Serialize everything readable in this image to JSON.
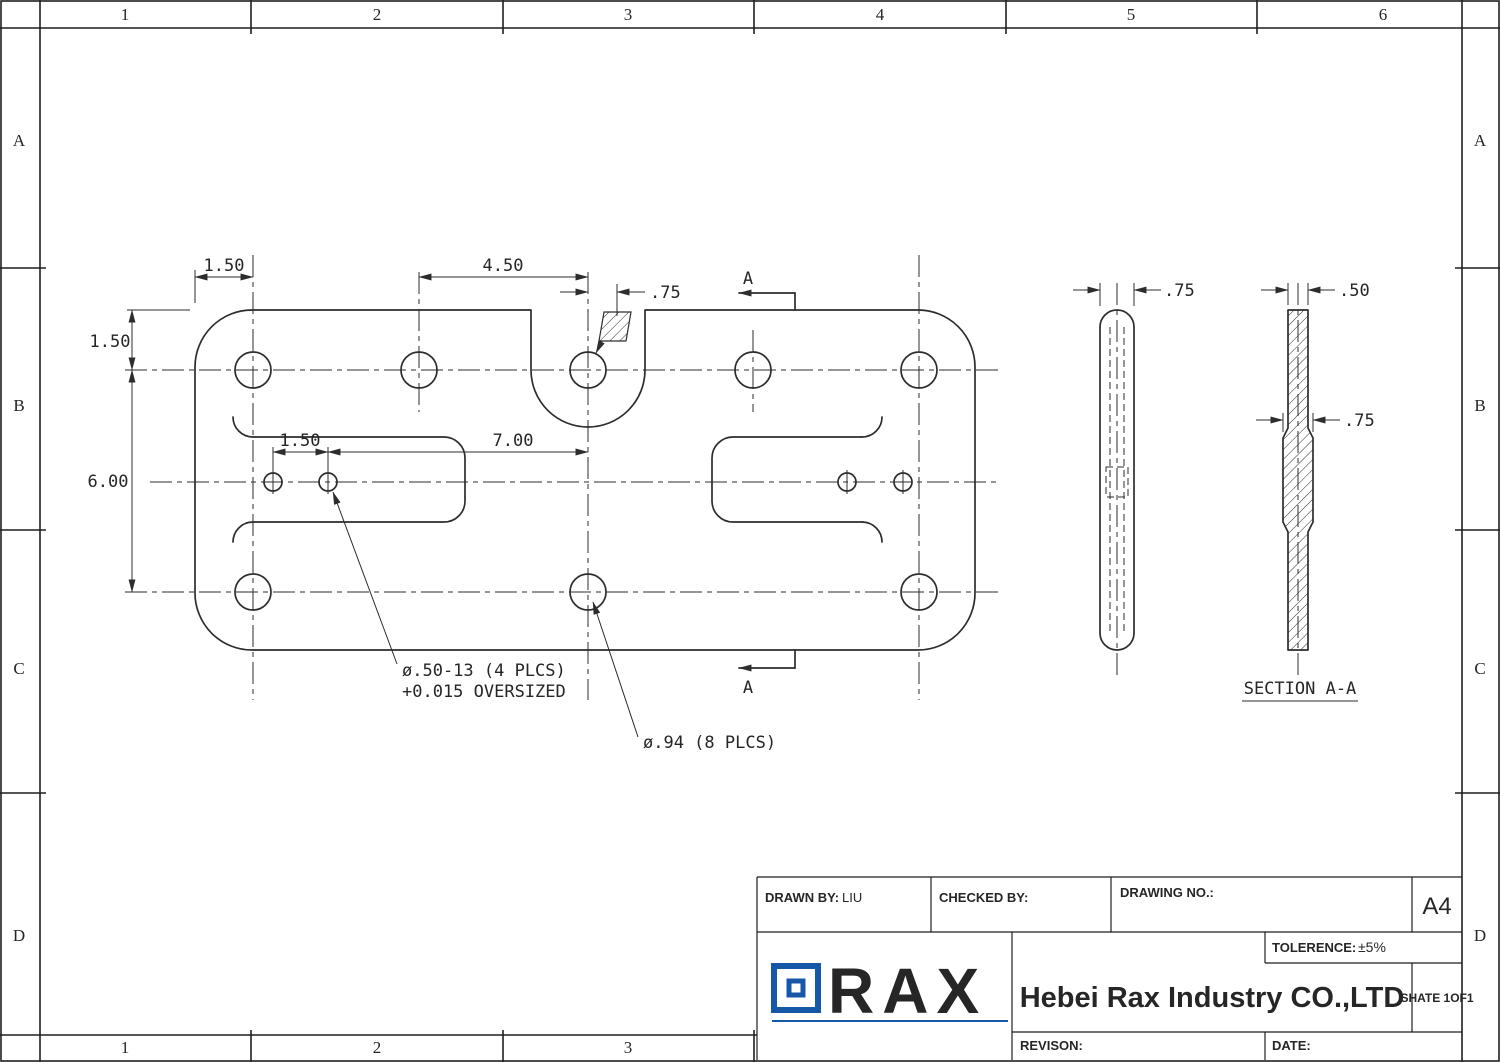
{
  "colors": {
    "line": "#2d2d2d",
    "logo_blue": "#1657a8"
  },
  "frame": {
    "top_zones": [
      "1",
      "2",
      "3",
      "4",
      "5",
      "6"
    ],
    "bottom_zones": [
      "1",
      "2",
      "3"
    ],
    "left_zones": [
      "A",
      "B",
      "C",
      "D"
    ],
    "right_zones": [
      "A",
      "B",
      "C",
      "D"
    ]
  },
  "front_view": {
    "dim_edge_to_hole_h": "1.50",
    "dim_hole_spacing_top": "4.50",
    "dim_slot_offset": ".75",
    "dim_edge_to_hole_v": "1.50",
    "dim_hole_span_v": "6.00",
    "dim_small_hole_spacing": "1.50",
    "dim_small_hole_span": "7.00",
    "section_marker_top": "A",
    "section_marker_bottom": "A",
    "note_small_holes_line1": "ø.50-13 (4 PLCS)",
    "note_small_holes_line2": "+0.015 OVERSIZED",
    "note_large_holes": "ø.94 (8 PLCS)"
  },
  "side_view": {
    "dim_thickness": ".75"
  },
  "section_view": {
    "dim_top_width": ".50",
    "dim_boss_width": ".75",
    "label": "SECTION A-A"
  },
  "title_block": {
    "drawn_by_label": "DRAWN BY:",
    "drawn_by_value": "LIU",
    "checked_by_label": "CHECKED BY:",
    "drawing_no_label": "DRAWING NO.:",
    "paper_size": "A4",
    "tolerance_label": "TOLERENCE:",
    "tolerance_value": "±5%",
    "company": "Hebei Rax Industry CO.,LTD",
    "sheet": "SHATE 1OF1",
    "revision_label": "REVISON:",
    "date_label": "DATE:",
    "logo_text": "RAX"
  }
}
